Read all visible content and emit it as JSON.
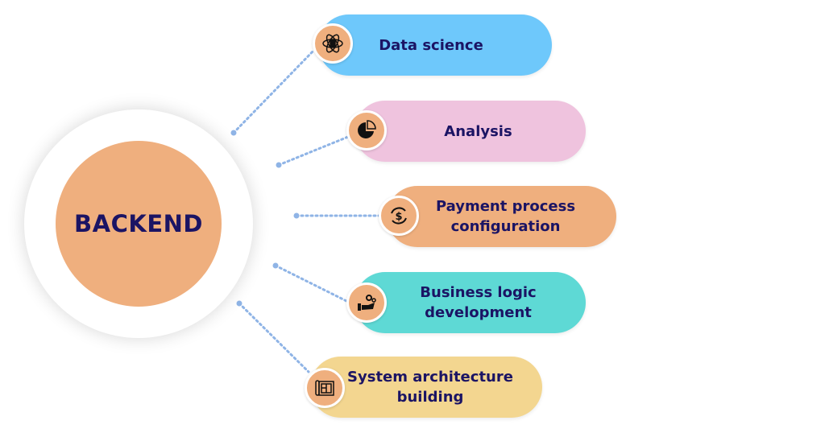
{
  "center": {
    "label": "BACKEND",
    "color": "#EFAF7E"
  },
  "text_color": "#1B1464",
  "line_color": "#8FB4E6",
  "icon_bg": "#EFAF7E",
  "items": [
    {
      "label": "Data science",
      "color": "#6EC8FB",
      "icon": "atom-data-icon"
    },
    {
      "label": "Analysis",
      "color": "#EFC3DE",
      "icon": "pie-chart-icon"
    },
    {
      "label": "Payment process configuration",
      "color": "#EFAF7E",
      "icon": "dollar-refresh-icon"
    },
    {
      "label": "Business logic development",
      "color": "#5ED9D5",
      "icon": "hand-gears-icon"
    },
    {
      "label": "System architecture building",
      "color": "#F3D690",
      "icon": "blueprint-icon"
    }
  ]
}
